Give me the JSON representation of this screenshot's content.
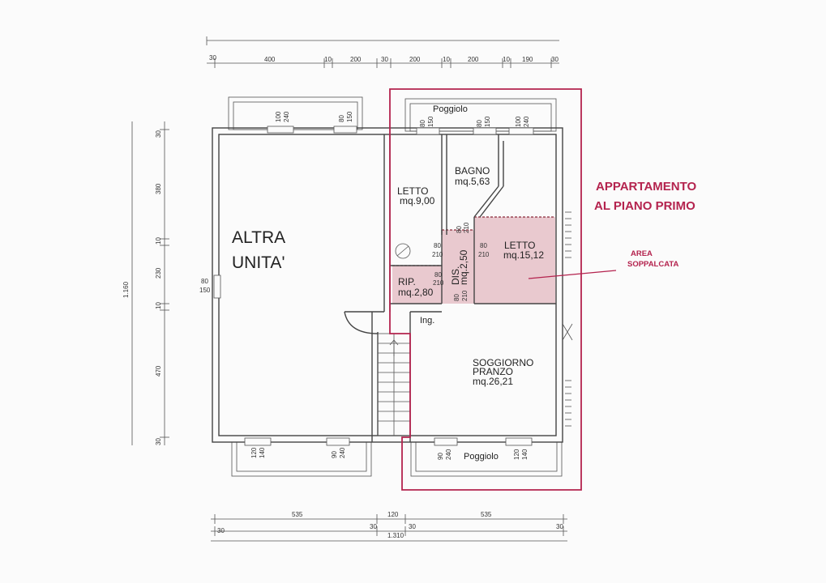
{
  "colors": {
    "accent": "#b4234e",
    "loft_fill": "#e9c9cf",
    "wall": "#444444",
    "background": "#fbfbfb"
  },
  "title": {
    "line1": "APPARTAMENTO",
    "line2": "AL PIANO PRIMO"
  },
  "annotation": {
    "line1": "AREA",
    "line2": "SOPPALCATA"
  },
  "rooms": {
    "altra_unita_line1": "ALTRA",
    "altra_unita_line2": "UNITA'",
    "letto1_name": "LETTO",
    "letto1_area": "mq.9,00",
    "bagno_name": "BAGNO",
    "bagno_area": "mq.5,63",
    "letto2_name": "LETTO",
    "letto2_area": "mq.15,12",
    "rip_name": "RIP.",
    "rip_area": "mq.2,80",
    "dis_name": "DIS.",
    "dis_area": "mq.2,50",
    "ing": "Ing.",
    "soggiorno_line1": "SOGGIORNO",
    "soggiorno_line2": "PRANZO",
    "soggiorno_area": "mq.26,21",
    "poggiolo_top": "Poggiolo",
    "poggiolo_bottom": "Poggiolo"
  },
  "dims_top": [
    "30",
    "400",
    "10",
    "200",
    "30",
    "200",
    "10",
    "200",
    "10",
    "190",
    "30"
  ],
  "dims_bottom_row1": [
    "535",
    "120",
    "535"
  ],
  "dims_bottom_row2": [
    "30",
    "30",
    "30",
    "30"
  ],
  "dim_bottom_total": "1.310",
  "dims_left": [
    "30",
    "380",
    "10",
    "230",
    "10",
    "470",
    "30"
  ],
  "dim_left_total": "1.160",
  "openings": {
    "w1_a": "100",
    "w1_b": "240",
    "w2_a": "80",
    "w2_b": "150",
    "w3_a": "80",
    "w3_b": "150",
    "w4_a": "80",
    "w4_b": "150",
    "w5_a": "100",
    "w5_b": "240",
    "left_a": "80",
    "left_b": "150",
    "d1_a": "80",
    "d1_b": "210",
    "d2_a": "80",
    "d2_b": "210",
    "d3_a": "80",
    "d3_b": "210",
    "d4_a": "80",
    "d4_b": "210",
    "d5_a": "80",
    "d5_b": "210",
    "b1_a": "120",
    "b1_b": "140",
    "b2_a": "90",
    "b2_b": "240",
    "b3_a": "90",
    "b3_b": "240",
    "b4_a": "120",
    "b4_b": "140"
  }
}
